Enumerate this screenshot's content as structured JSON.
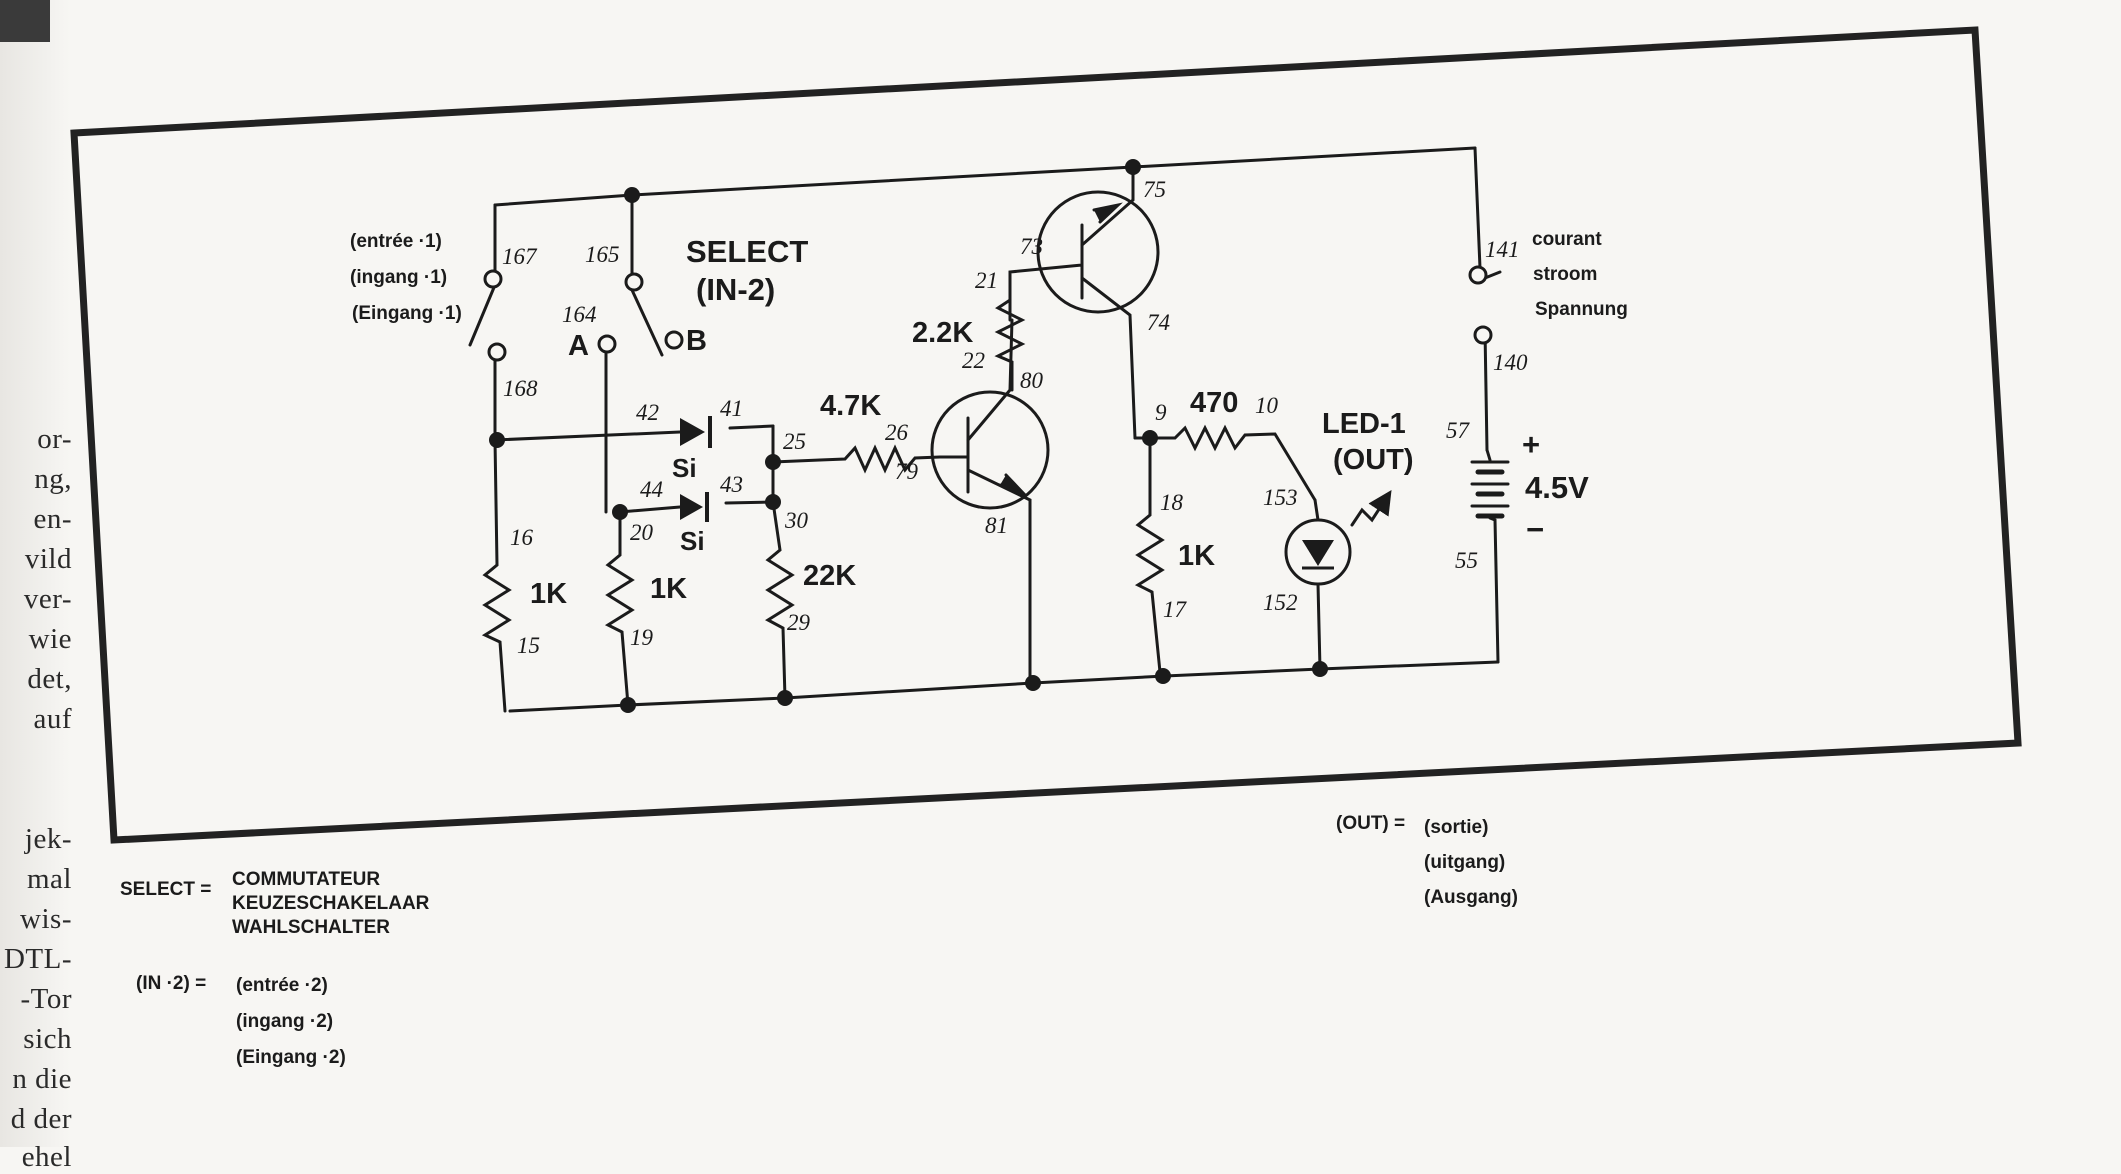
{
  "gutter_lines": [
    "or-",
    "ng,",
    "en-",
    "vild",
    "ver-",
    "wie",
    "det,",
    "auf",
    "jek-",
    "mal",
    "wis-",
    "DTL-",
    "-Tor",
    "sich",
    "n die",
    "d der",
    "ehel"
  ],
  "switches": {
    "in1_labels": [
      "(entrée ·1)",
      "(ingang ·1)",
      "(Eingang ·1)"
    ],
    "select_title": "SELECT",
    "select_subtitle": "(IN-2)",
    "select_a": "A",
    "select_b": "B",
    "power_labels": [
      "courant",
      "stroom",
      "Spannung"
    ]
  },
  "components": {
    "r_4k7": "4.7K",
    "r_2k2": "2.2K",
    "r_470": "470",
    "r_1k": "1K",
    "r_22k": "22K",
    "diode": "Si",
    "led_title": "LED-1",
    "led_subtitle": "(OUT)",
    "battery_voltage": "4.5V",
    "battery_plus": "+",
    "battery_minus": "−"
  },
  "nodes": {
    "n167": "167",
    "n165": "165",
    "n164": "164",
    "n168": "168",
    "n42": "42",
    "n41": "41",
    "n44": "44",
    "n43": "43",
    "n25": "25",
    "n26": "26",
    "n79": "79",
    "n30": "30",
    "n16": "16",
    "n15": "15",
    "n20": "20",
    "n19": "19",
    "n29": "29",
    "n73": "73",
    "n75": "75",
    "n74": "74",
    "n21": "21",
    "n22": "22",
    "n80": "80",
    "n81": "81",
    "n9": "9",
    "n10": "10",
    "n18": "18",
    "n17": "17",
    "n153": "153",
    "n152": "152",
    "n141": "141",
    "n140": "140",
    "n57": "57",
    "n55": "55"
  },
  "legend": {
    "select_key": "SELECT =",
    "select_values": [
      "COMMUTATEUR",
      "KEUZESCHAKELAAR",
      "WAHLSCHALTER"
    ],
    "in2_key": "(IN ·2) =",
    "in2_values": [
      "(entrée ·2)",
      "(ingang ·2)",
      "(Eingang ·2)"
    ],
    "out_key": "(OUT) =",
    "out_values": [
      "(sortie)",
      "(uitgang)",
      "(Ausgang)"
    ]
  }
}
